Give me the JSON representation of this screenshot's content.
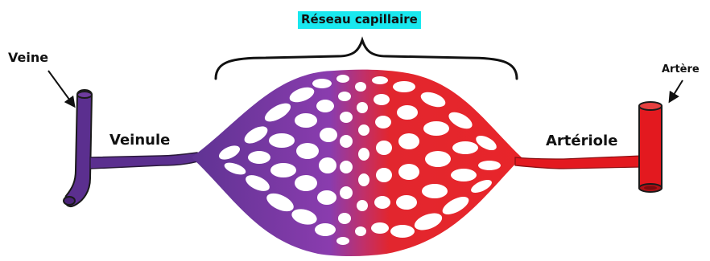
{
  "labels": {
    "title": "Réseau capillaire",
    "veine": "Veine",
    "veinule": "Veinule",
    "arteriole": "Artériole",
    "artere": "Artère"
  },
  "colors": {
    "vein": "#5b2f8f",
    "capillary_venous": "#7a3aa8",
    "capillary_arterial": "#e8262a",
    "artery": "#e3191f",
    "title_highlight": "#19e8ef",
    "outline": "#1a1a1a"
  }
}
